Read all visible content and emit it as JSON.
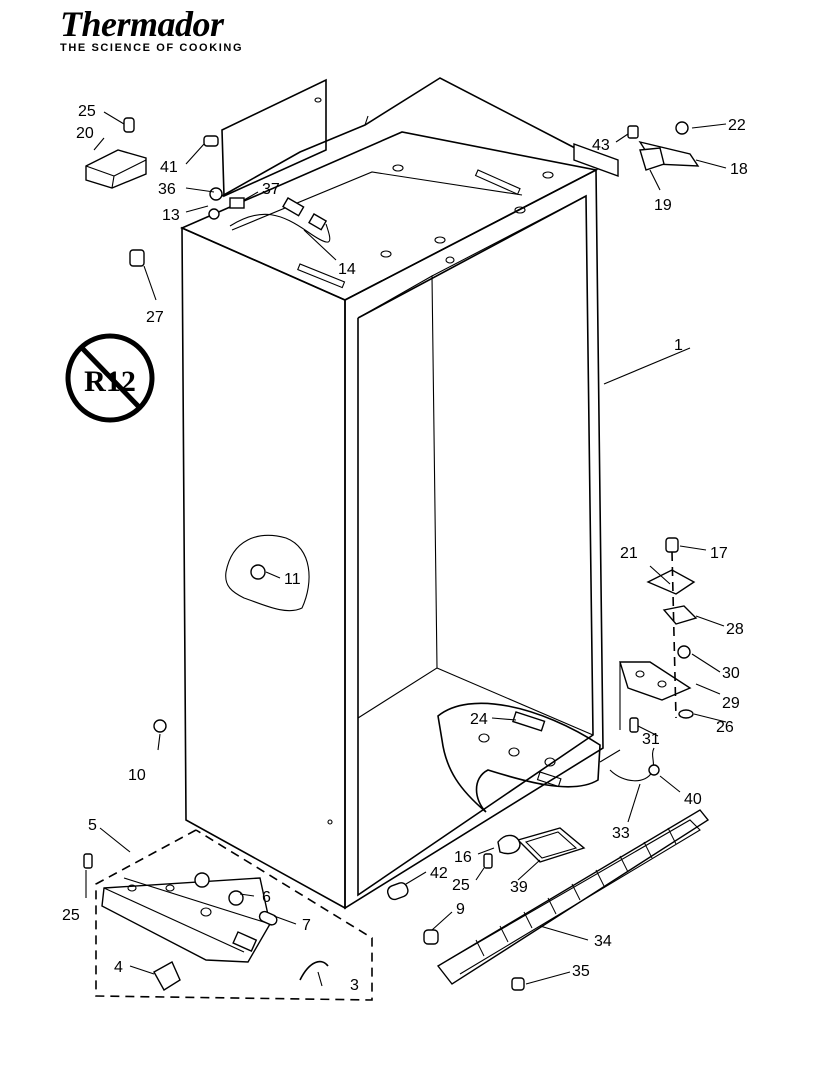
{
  "brand": {
    "name": "Thermador",
    "tagline": "THE SCIENCE OF COOKING"
  },
  "badge": {
    "text": "R12"
  },
  "parts": [
    {
      "id": "p1",
      "label": "1"
    },
    {
      "id": "p3",
      "label": "3"
    },
    {
      "id": "p4",
      "label": "4"
    },
    {
      "id": "p5",
      "label": "5"
    },
    {
      "id": "p6",
      "label": "6"
    },
    {
      "id": "p7",
      "label": "7"
    },
    {
      "id": "p9",
      "label": "9"
    },
    {
      "id": "p10",
      "label": "10"
    },
    {
      "id": "p11",
      "label": "11"
    },
    {
      "id": "p13",
      "label": "13"
    },
    {
      "id": "p14",
      "label": "14"
    },
    {
      "id": "p16",
      "label": "16"
    },
    {
      "id": "p17",
      "label": "17"
    },
    {
      "id": "p18",
      "label": "18"
    },
    {
      "id": "p19",
      "label": "19"
    },
    {
      "id": "p20",
      "label": "20"
    },
    {
      "id": "p21",
      "label": "21"
    },
    {
      "id": "p22",
      "label": "22"
    },
    {
      "id": "p24",
      "label": "24"
    },
    {
      "id": "p25a",
      "label": "25"
    },
    {
      "id": "p25b",
      "label": "25"
    },
    {
      "id": "p25c",
      "label": "25"
    },
    {
      "id": "p26",
      "label": "26"
    },
    {
      "id": "p27",
      "label": "27"
    },
    {
      "id": "p28",
      "label": "28"
    },
    {
      "id": "p29",
      "label": "29"
    },
    {
      "id": "p30",
      "label": "30"
    },
    {
      "id": "p31",
      "label": "31"
    },
    {
      "id": "p33",
      "label": "33"
    },
    {
      "id": "p34",
      "label": "34"
    },
    {
      "id": "p35",
      "label": "35"
    },
    {
      "id": "p36",
      "label": "36"
    },
    {
      "id": "p37",
      "label": "37"
    },
    {
      "id": "p39",
      "label": "39"
    },
    {
      "id": "p40",
      "label": "40"
    },
    {
      "id": "p41",
      "label": "41"
    },
    {
      "id": "p42",
      "label": "42"
    },
    {
      "id": "p43",
      "label": "43"
    }
  ]
}
